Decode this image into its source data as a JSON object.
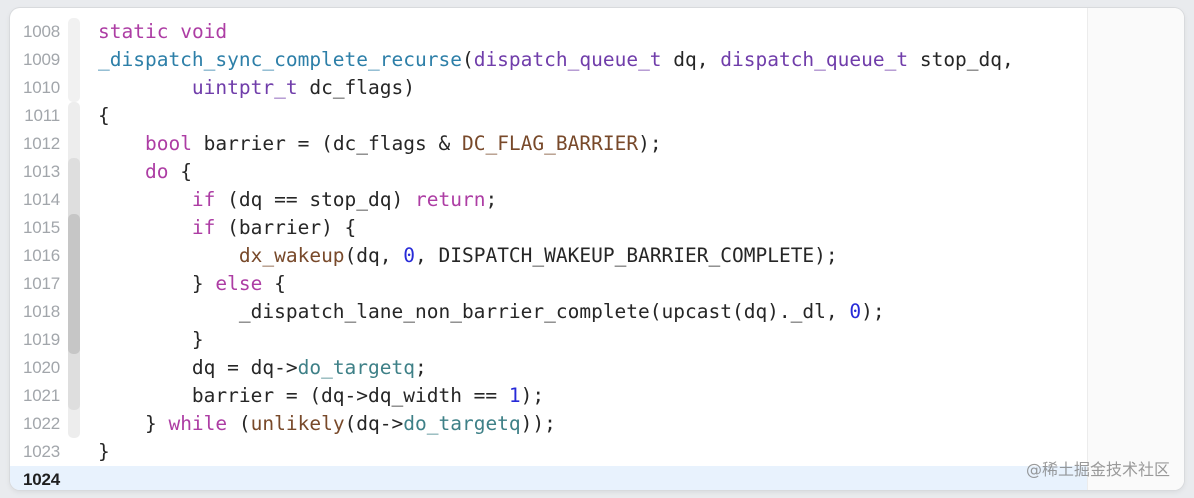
{
  "editor": {
    "partial_top_line": "_ _",
    "current_line": "1024",
    "lines": [
      {
        "num": "1008",
        "tokens": [
          {
            "c": "kw",
            "t": "static"
          },
          {
            "c": "pl",
            "t": " "
          },
          {
            "c": "kw",
            "t": "void"
          }
        ]
      },
      {
        "num": "1009",
        "tokens": [
          {
            "c": "fn",
            "t": "_dispatch_sync_complete_recurse"
          },
          {
            "c": "pl",
            "t": "("
          },
          {
            "c": "ty",
            "t": "dispatch_queue_t"
          },
          {
            "c": "pl",
            "t": " dq, "
          },
          {
            "c": "ty",
            "t": "dispatch_queue_t"
          },
          {
            "c": "pl",
            "t": " stop_dq,"
          }
        ]
      },
      {
        "num": "1010",
        "tokens": [
          {
            "c": "pl",
            "t": "        "
          },
          {
            "c": "ty",
            "t": "uintptr_t"
          },
          {
            "c": "pl",
            "t": " dc_flags)"
          }
        ]
      },
      {
        "num": "1011",
        "tokens": [
          {
            "c": "pl",
            "t": "{"
          }
        ]
      },
      {
        "num": "1012",
        "tokens": [
          {
            "c": "pl",
            "t": "    "
          },
          {
            "c": "kw",
            "t": "bool"
          },
          {
            "c": "pl",
            "t": " barrier = (dc_flags & "
          },
          {
            "c": "mac",
            "t": "DC_FLAG_BARRIER"
          },
          {
            "c": "pl",
            "t": ");"
          }
        ]
      },
      {
        "num": "1013",
        "tokens": [
          {
            "c": "pl",
            "t": "    "
          },
          {
            "c": "kw",
            "t": "do"
          },
          {
            "c": "pl",
            "t": " {"
          }
        ]
      },
      {
        "num": "1014",
        "tokens": [
          {
            "c": "pl",
            "t": "        "
          },
          {
            "c": "kw",
            "t": "if"
          },
          {
            "c": "pl",
            "t": " (dq == stop_dq) "
          },
          {
            "c": "kw",
            "t": "return"
          },
          {
            "c": "pl",
            "t": ";"
          }
        ]
      },
      {
        "num": "1015",
        "tokens": [
          {
            "c": "pl",
            "t": "        "
          },
          {
            "c": "kw",
            "t": "if"
          },
          {
            "c": "pl",
            "t": " (barrier) {"
          }
        ]
      },
      {
        "num": "1016",
        "tokens": [
          {
            "c": "pl",
            "t": "            "
          },
          {
            "c": "mac",
            "t": "dx_wakeup"
          },
          {
            "c": "pl",
            "t": "(dq, "
          },
          {
            "c": "num",
            "t": "0"
          },
          {
            "c": "pl",
            "t": ", DISPATCH_WAKEUP_BARRIER_COMPLETE);"
          }
        ]
      },
      {
        "num": "1017",
        "tokens": [
          {
            "c": "pl",
            "t": "        } "
          },
          {
            "c": "kw",
            "t": "else"
          },
          {
            "c": "pl",
            "t": " {"
          }
        ]
      },
      {
        "num": "1018",
        "tokens": [
          {
            "c": "pl",
            "t": "            _dispatch_lane_non_barrier_complete(upcast(dq)._dl, "
          },
          {
            "c": "num",
            "t": "0"
          },
          {
            "c": "pl",
            "t": ");"
          }
        ]
      },
      {
        "num": "1019",
        "tokens": [
          {
            "c": "pl",
            "t": "        }"
          }
        ]
      },
      {
        "num": "1020",
        "tokens": [
          {
            "c": "pl",
            "t": "        dq = dq->"
          },
          {
            "c": "mem",
            "t": "do_targetq"
          },
          {
            "c": "pl",
            "t": ";"
          }
        ]
      },
      {
        "num": "1021",
        "tokens": [
          {
            "c": "pl",
            "t": "        barrier = (dq->dq_width == "
          },
          {
            "c": "num",
            "t": "1"
          },
          {
            "c": "pl",
            "t": ");"
          }
        ]
      },
      {
        "num": "1022",
        "tokens": [
          {
            "c": "pl",
            "t": "    } "
          },
          {
            "c": "kw",
            "t": "while"
          },
          {
            "c": "pl",
            "t": " ("
          },
          {
            "c": "mac",
            "t": "unlikely"
          },
          {
            "c": "pl",
            "t": "(dq->"
          },
          {
            "c": "mem",
            "t": "do_targetq"
          },
          {
            "c": "pl",
            "t": "));"
          }
        ]
      },
      {
        "num": "1023",
        "tokens": [
          {
            "c": "pl",
            "t": "}"
          }
        ]
      },
      {
        "num": "1024",
        "tokens": []
      }
    ]
  },
  "watermark": "@稀土掘金技术社区",
  "colors": {
    "keyword": "#ad3da4",
    "type": "#703daa",
    "function": "#2d7fa8",
    "macro": "#78492a",
    "number": "#272ad8",
    "member": "#3e8087",
    "plain": "#262626",
    "current_line_bg": "#e8f2fd"
  }
}
